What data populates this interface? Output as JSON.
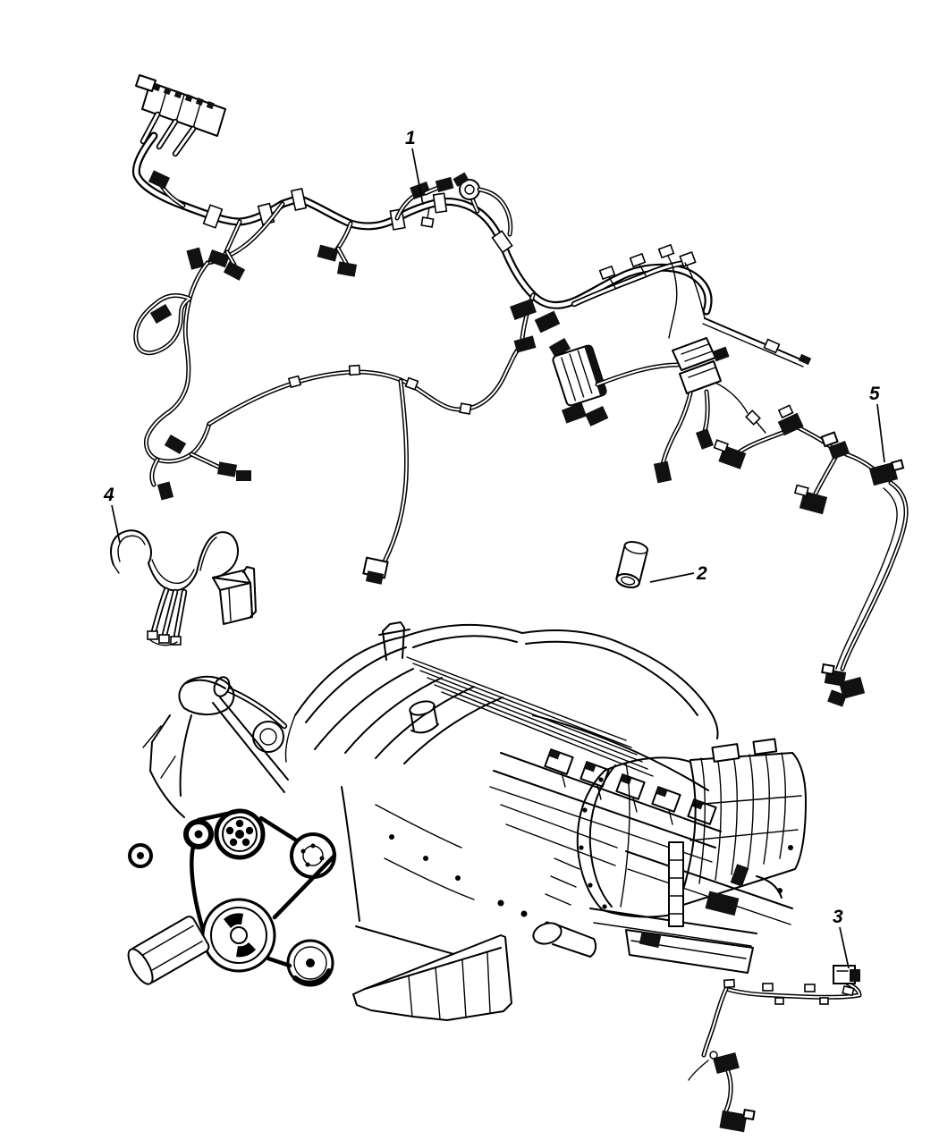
{
  "figure": {
    "type": "engine-wiring-parts-diagram",
    "background_color": "#ffffff",
    "line_color": "#000000"
  },
  "callouts": [
    {
      "number": "1"
    },
    {
      "number": "2"
    },
    {
      "number": "3"
    },
    {
      "number": "4"
    },
    {
      "number": "5"
    }
  ]
}
